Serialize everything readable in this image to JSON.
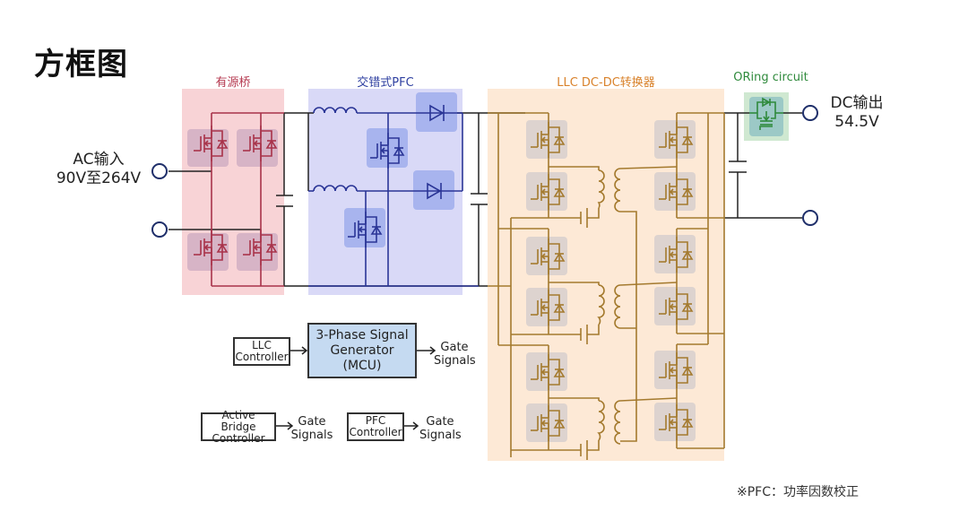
{
  "title": "方框图",
  "sections": {
    "active_bridge": {
      "label": "有源桥",
      "color": "#b5384f"
    },
    "interleaved_pfc": {
      "label": "交错式PFC",
      "color": "#2e3fa0"
    },
    "llc": {
      "label": "LLC DC-DC转换器",
      "color": "#d9822b"
    },
    "oring": {
      "label": "ORing circuit",
      "color": "#2f8a3c"
    }
  },
  "input": {
    "line1": "AC输入",
    "line2": "90V至264V"
  },
  "output": {
    "line1": "DC输出",
    "line2": "54.5V"
  },
  "controllers": {
    "llc": {
      "line1": "LLC",
      "line2": "Controller"
    },
    "generator": {
      "line1": "3-Phase Signal",
      "line2": "Generator",
      "line3": "(MCU)"
    },
    "active_bridge": {
      "line1": "Active Bridge",
      "line2": "Controller"
    },
    "pfc": {
      "line1": "PFC",
      "line2": "Controller"
    },
    "gate_signals": {
      "line1": "Gate",
      "line2": "Signals"
    }
  },
  "note": "※PFC：功率因数校正"
}
